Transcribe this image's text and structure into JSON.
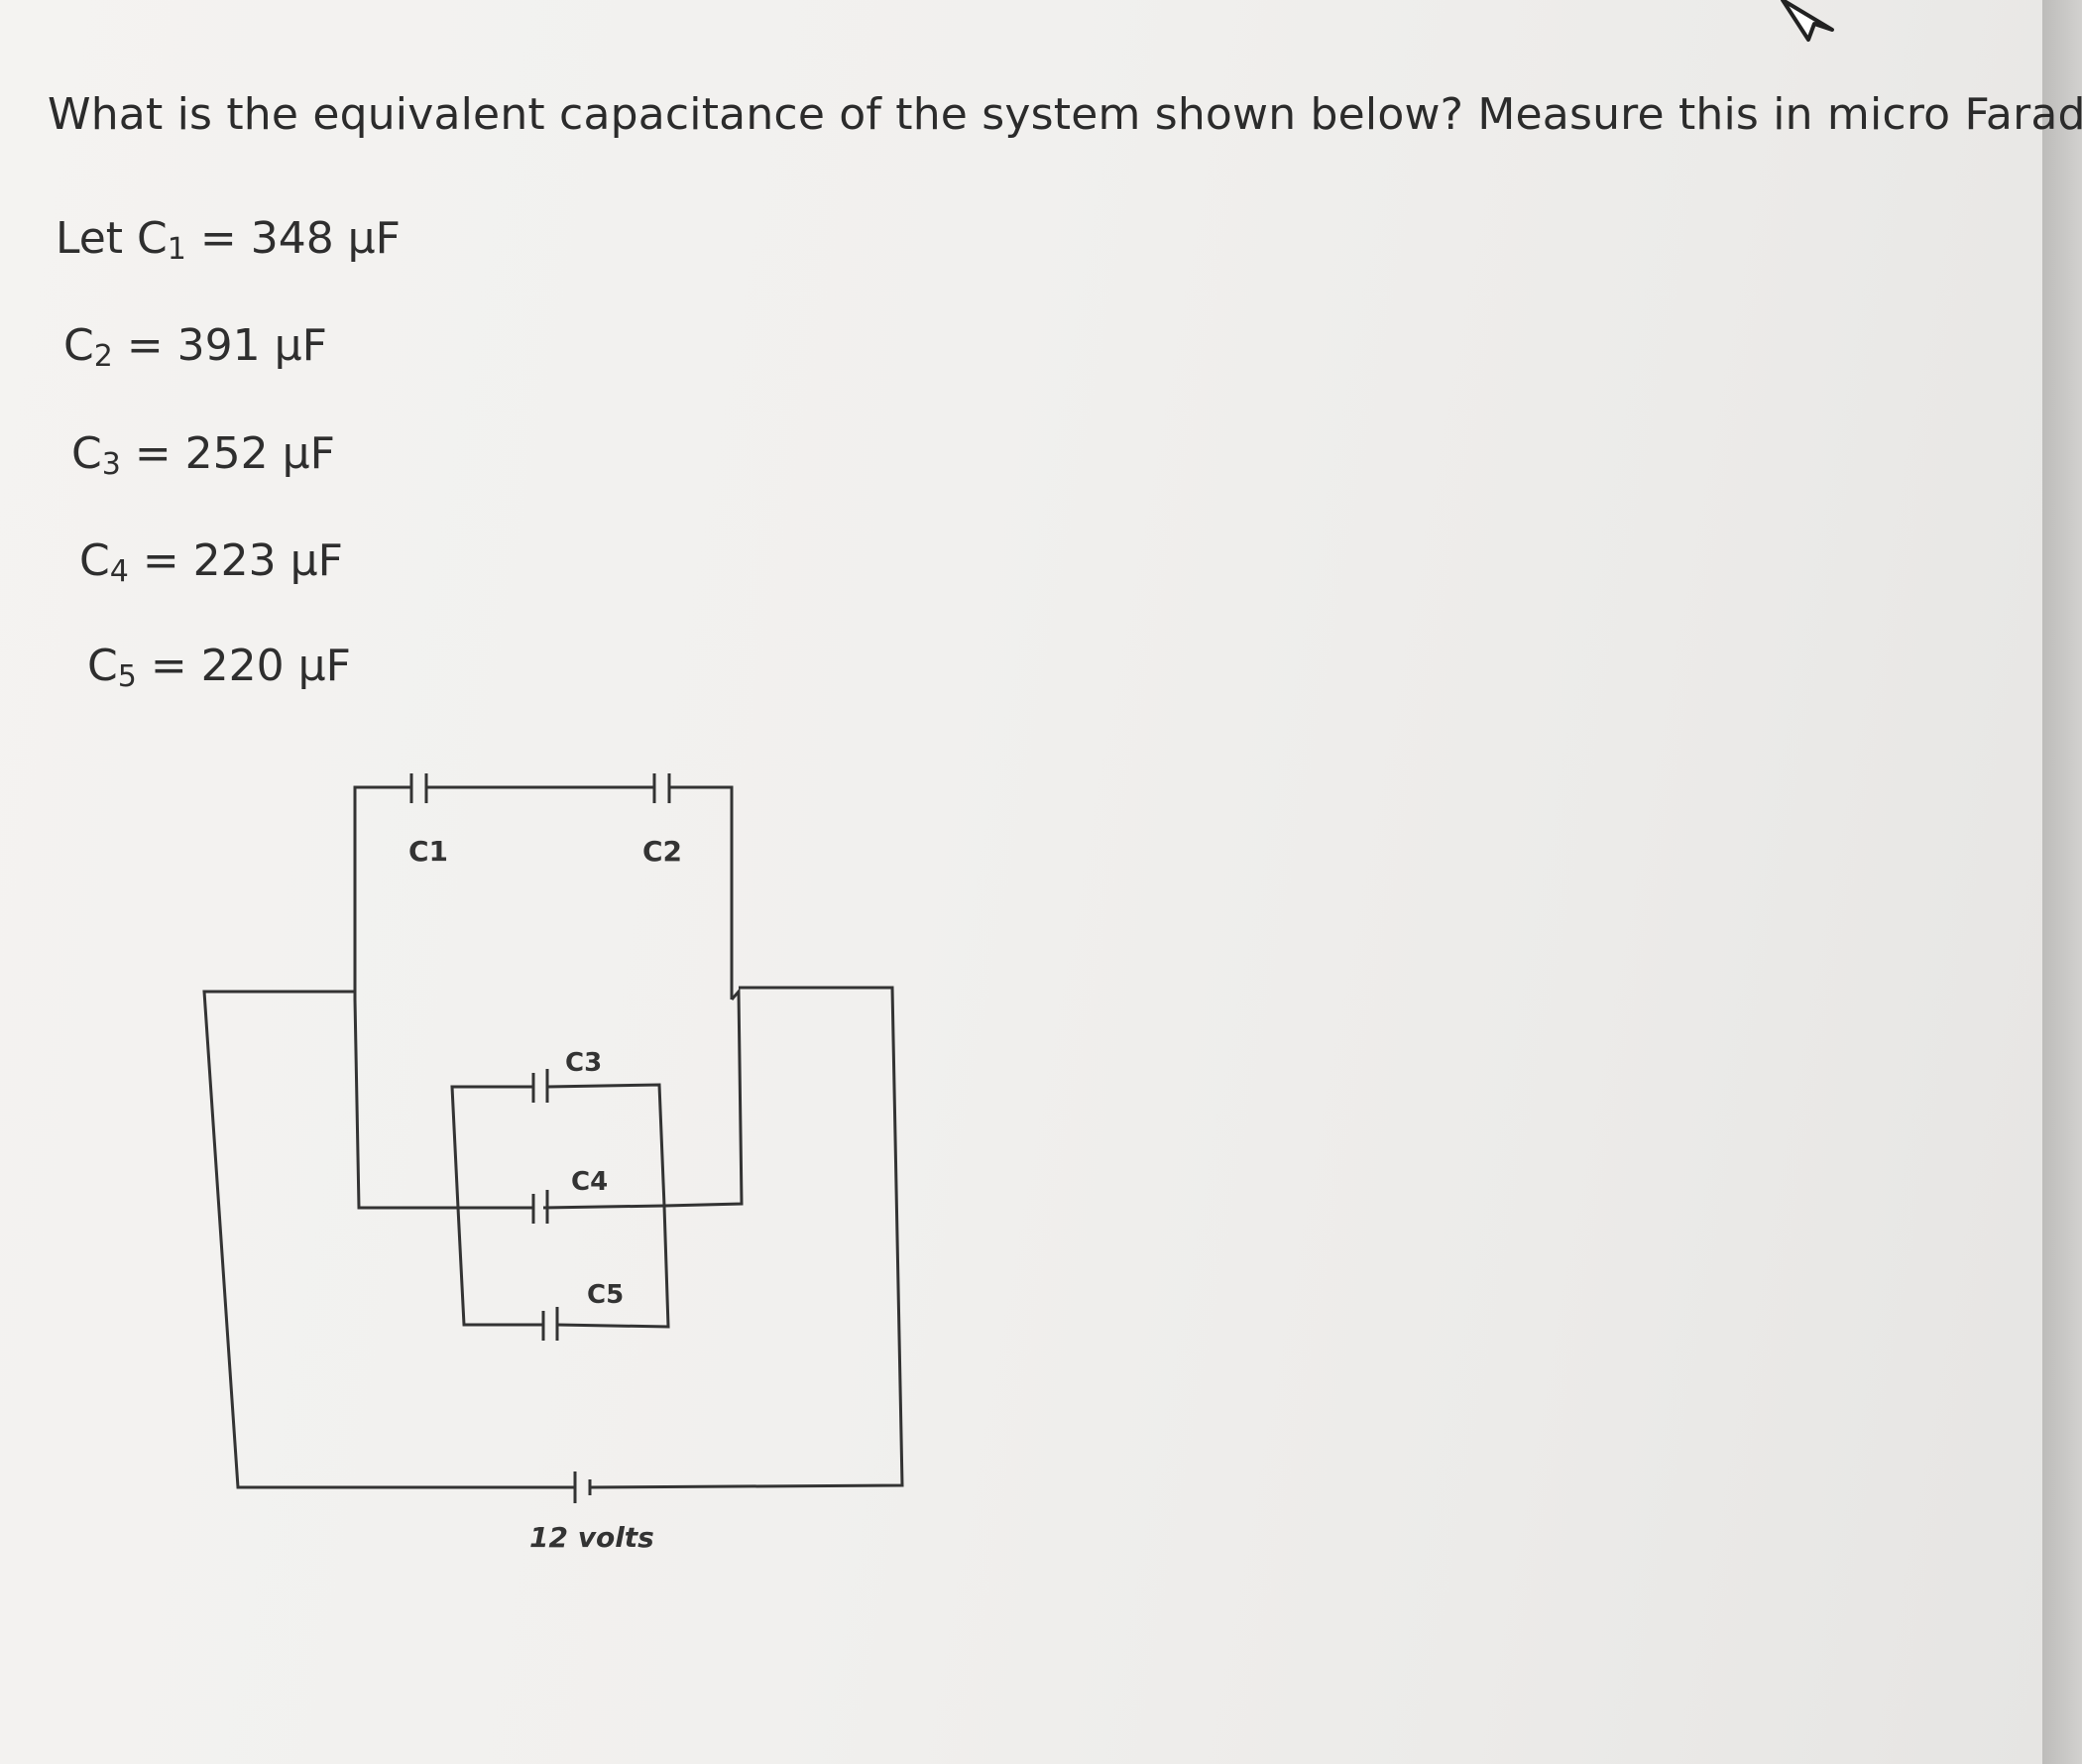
{
  "question": {
    "text": "What is the equivalent capacitance of the system shown below? Measure this in micro Farads."
  },
  "capacitors": [
    {
      "prefix": "Let C",
      "sub": "1",
      "rest": " = 348 µF"
    },
    {
      "prefix": "C",
      "sub": "2",
      "rest": " = 391 µF"
    },
    {
      "prefix": "C",
      "sub": "3",
      "rest": " = 252 µF"
    },
    {
      "prefix": "C",
      "sub": "4",
      "rest": " = 223 µF"
    },
    {
      "prefix": "C",
      "sub": "5",
      "rest": " = 220 µF"
    }
  ],
  "diagram": {
    "c1_label": "C1",
    "c2_label": "C2",
    "c3_label": "C3",
    "c4_label": "C4",
    "c5_label": "C5",
    "battery_label": "12 volts"
  },
  "icons": {
    "cursor": "mouse-pointer-icon"
  }
}
